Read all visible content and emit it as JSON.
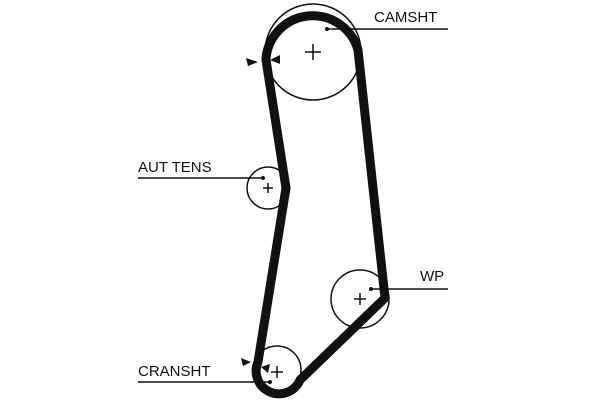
{
  "diagram": {
    "title": "Timing belt routing",
    "labels": {
      "camshaft": "CAMSHT",
      "tensioner": "AUT TENS",
      "water_pump": "WP",
      "crankshaft": "CRANSHT"
    },
    "colors": {
      "belt": "#111111",
      "pulley": "#111111",
      "background": "#ffffff"
    }
  }
}
